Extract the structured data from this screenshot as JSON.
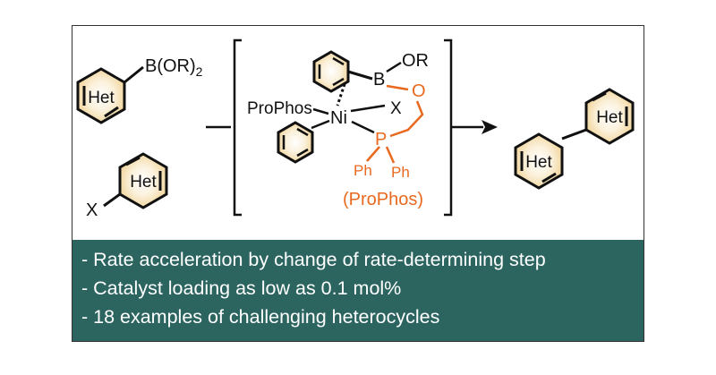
{
  "scheme": {
    "boronic": {
      "ring_label": "Het",
      "group": "B(OR)",
      "subscript": "2"
    },
    "halide": {
      "ring_label": "Het",
      "leaving_group": "X"
    },
    "intermediate": {
      "boron": "B",
      "or_group": "OR",
      "oxygen": "O",
      "ligand_left": "ProPhos",
      "metal": "Ni",
      "halide": "X",
      "phosphorus": "P",
      "ph1": "Ph",
      "ph2": "Ph",
      "ligand_name": "(ProPhos)"
    },
    "product": {
      "ring1_label": "Het",
      "ring2_label": "Het"
    }
  },
  "highlights": [
    "- Rate acceleration by change of rate-determining step",
    "- Catalyst loading as low as 0.1 mol%",
    "- 18 examples of challenging heterocycles"
  ],
  "colors": {
    "banner": "#2c6560",
    "ligand": "#e8691f",
    "ring_glow": "#f3d9a4"
  }
}
